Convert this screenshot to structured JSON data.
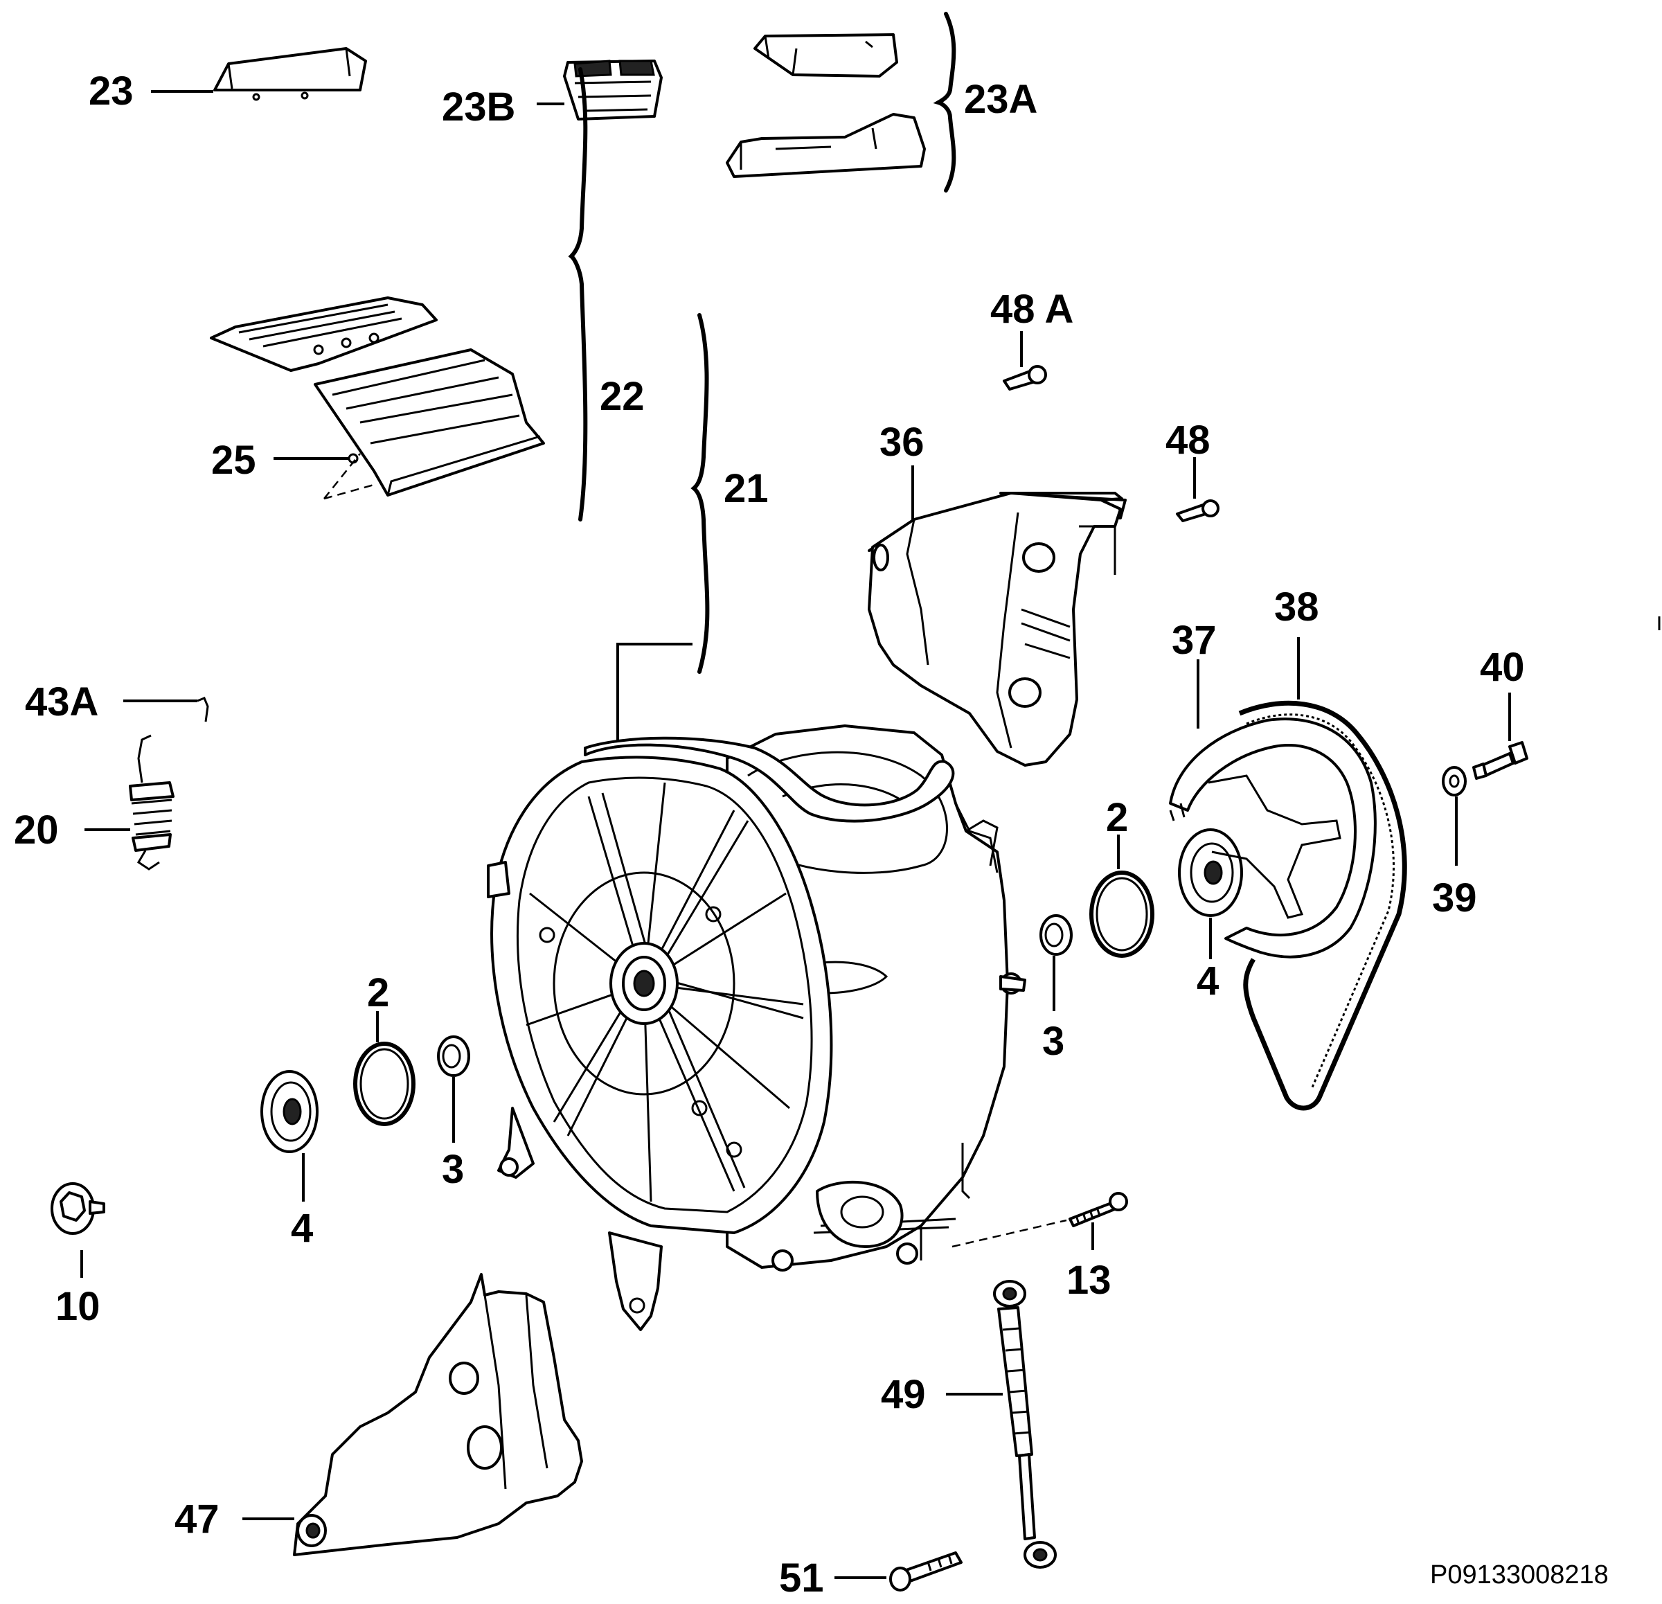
{
  "diagram": {
    "drawing_code": "P09133008218",
    "labels": {
      "p23": "23",
      "p23b": "23B",
      "p23a": "23A",
      "p22": "22",
      "p21": "21",
      "p25": "25",
      "p48a_num": "48",
      "p48a_suffix": "A",
      "p48": "48",
      "p36": "36",
      "p43a": "43A",
      "p20": "20",
      "p37": "37",
      "p38": "38",
      "p40": "40",
      "p39": "39",
      "p2_right": "2",
      "p4_right": "4",
      "p3_right": "3",
      "p2_left": "2",
      "p3_left": "3",
      "p4_left": "4",
      "p10": "10",
      "p13": "13",
      "p49": "49",
      "p47": "47",
      "p51": "51"
    }
  }
}
